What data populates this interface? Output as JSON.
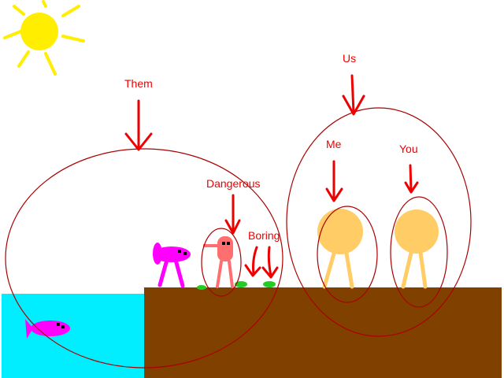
{
  "labels": {
    "them": "Them",
    "us": "Us",
    "me": "Me",
    "you": "You",
    "dangerous": "Dangerous",
    "boring": "Boring"
  },
  "colors": {
    "sky": "#ffffff",
    "sun": "#ffee00",
    "water": "#00eeff",
    "ground": "#804000",
    "arrow": "#ee0000",
    "ellipse": "#aa0000",
    "magenta_creature": "#ff00ff",
    "pink_figure": "#ff6f6f",
    "plant": "#22cc22",
    "orange_figure": "#ffcc66"
  }
}
